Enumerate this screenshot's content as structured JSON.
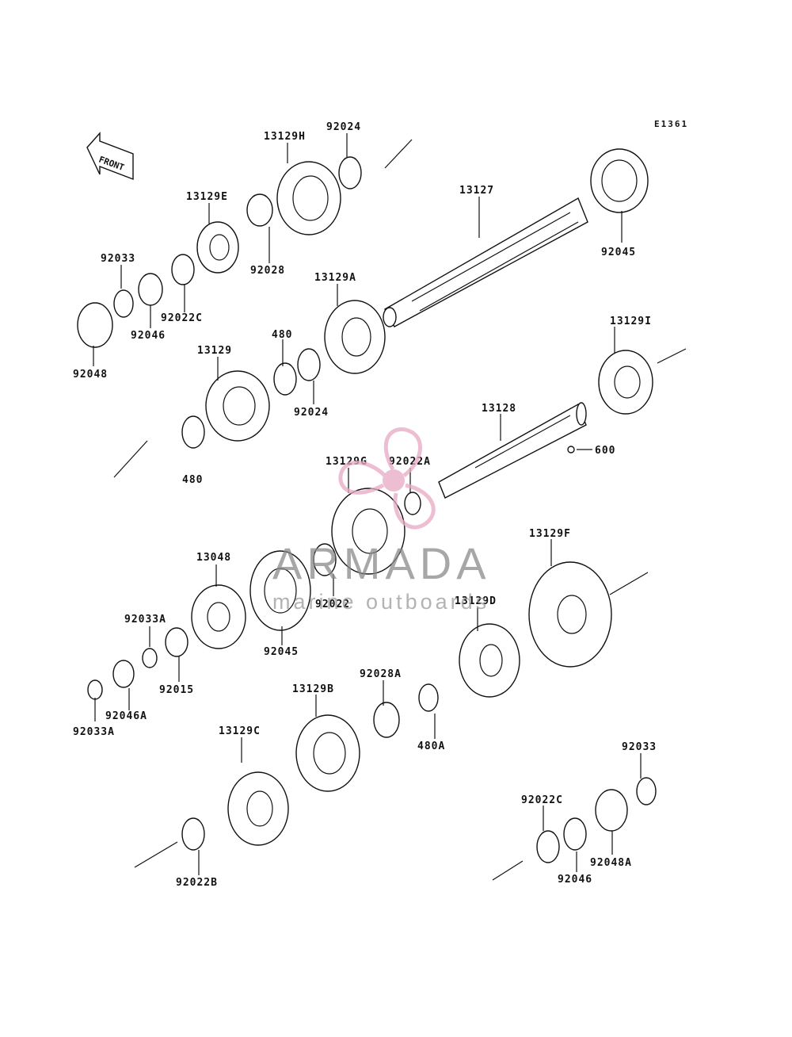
{
  "diagram_code": "E1361",
  "front_label": "FRONT",
  "watermark": {
    "title": "ARMADA",
    "subtitle": "marine outboards",
    "logo_color": "#e8a9c4",
    "text_color": "#8a8a8a"
  },
  "part_labels": [
    "13129H",
    "92024",
    "13129E",
    "92033",
    "92028",
    "13127",
    "92045",
    "92022C",
    "92046",
    "92048",
    "13129A",
    "480",
    "13129",
    "92024",
    "13129I",
    "13128",
    "600",
    "480",
    "13129G",
    "92022A",
    "13129F",
    "13048",
    "92022",
    "92045",
    "92033A",
    "92015",
    "92046A",
    "92033A",
    "13129D",
    "92028A",
    "13129B",
    "480A",
    "13129C",
    "92033",
    "92022C",
    "92048A",
    "92046",
    "92022B"
  ]
}
